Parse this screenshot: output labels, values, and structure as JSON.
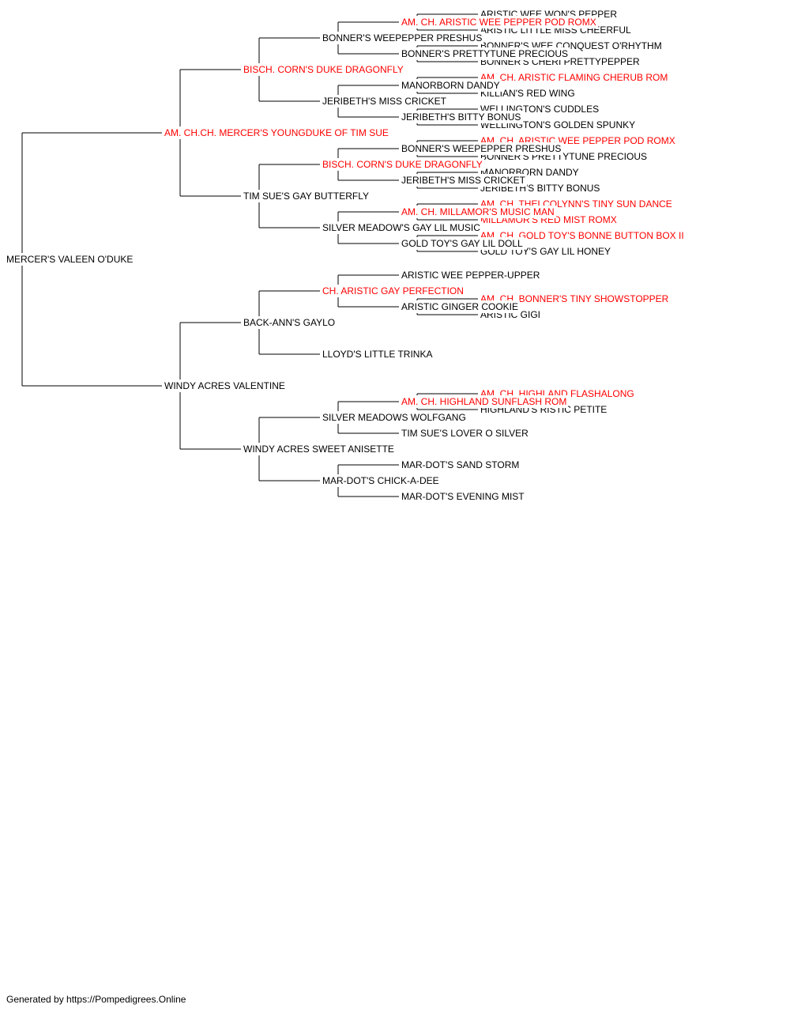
{
  "colors": {
    "champion": "#ff0000",
    "normal": "#000000",
    "line": "#000000"
  },
  "footer_text": "Generated by https://Pompedigrees.Online",
  "pedigree": {
    "name": "MERCER'S VALEEN O'DUKE",
    "champion": false,
    "sire": {
      "name": "AM. CH.CH. MERCER'S YOUNGDUKE OF TIM SUE",
      "champion": true,
      "sire": {
        "name": "BISCH. CORN'S DUKE DRAGONFLY",
        "champion": true,
        "sire": {
          "name": "BONNER'S WEEPEPPER PRESHUS",
          "champion": false,
          "sire": {
            "name": "AM. CH. ARISTIC WEE PEPPER POD ROMX",
            "champion": true,
            "sire": {
              "name": "ARISTIC WEE WON'S PEPPER",
              "champion": false
            },
            "dam": {
              "name": "ARISTIC LITTLE MISS CHEERFUL",
              "champion": false
            }
          },
          "dam": {
            "name": "BONNER'S PRETTYTUNE PRECIOUS",
            "champion": false,
            "sire": {
              "name": "BONNER'S WEE CONQUEST O'RHYTHM",
              "champion": false
            },
            "dam": {
              "name": "BONNER'S CHERI PRETTYPEPPER",
              "champion": false
            }
          }
        },
        "dam": {
          "name": "JERIBETH'S MISS CRICKET",
          "champion": false,
          "sire": {
            "name": "MANORBORN DANDY",
            "champion": false,
            "sire": {
              "name": "AM. CH. ARISTIC FLAMING CHERUB ROM",
              "champion": true
            },
            "dam": {
              "name": "KILLIAN'S RED WING",
              "champion": false
            }
          },
          "dam": {
            "name": "JERIBETH'S BITTY BONUS",
            "champion": false,
            "sire": {
              "name": "WELLINGTON'S CUDDLES",
              "champion": false
            },
            "dam": {
              "name": "WELLINGTON'S GOLDEN SPUNKY",
              "champion": false
            }
          }
        }
      },
      "dam": {
        "name": "TIM SUE'S GAY BUTTERFLY",
        "champion": false,
        "sire": {
          "name": "BISCH. CORN'S DUKE DRAGONFLY",
          "champion": true,
          "sire": {
            "name": "BONNER'S WEEPEPPER PRESHUS",
            "champion": false,
            "sire": {
              "name": "AM. CH. ARISTIC WEE PEPPER POD ROMX",
              "champion": true
            },
            "dam": {
              "name": "BONNER'S PRETTYTUNE PRECIOUS",
              "champion": false
            }
          },
          "dam": {
            "name": "JERIBETH'S MISS CRICKET",
            "champion": false,
            "sire": {
              "name": "MANORBORN DANDY",
              "champion": false
            },
            "dam": {
              "name": "JERIBETH'S BITTY BONUS",
              "champion": false
            }
          }
        },
        "dam": {
          "name": "SILVER MEADOW'S GAY LIL MUSIC",
          "champion": false,
          "sire": {
            "name": "AM. CH. MILLAMOR'S MUSIC MAN",
            "champion": true,
            "sire": {
              "name": "AM. CH. THELCOLYNN'S TINY SUN DANCE",
              "champion": true
            },
            "dam": {
              "name": "MILLAMOR'S RED MIST ROMX",
              "champion": true
            }
          },
          "dam": {
            "name": "GOLD TOY'S GAY LIL DOLL",
            "champion": false,
            "sire": {
              "name": "AM. CH. GOLD TOY'S BONNE BUTTON BOX II",
              "champion": true
            },
            "dam": {
              "name": "GOLD TOY'S GAY LIL HONEY",
              "champion": false
            }
          }
        }
      }
    },
    "dam": {
      "name": "WINDY ACRES VALENTINE",
      "champion": false,
      "sire": {
        "name": "BACK-ANN'S GAYLO",
        "champion": false,
        "sire": {
          "name": "CH. ARISTIC GAY PERFECTION",
          "champion": true,
          "sire": {
            "name": "ARISTIC WEE PEPPER-UPPER",
            "champion": false
          },
          "dam": {
            "name": "ARISTIC GINGER COOKIE",
            "champion": false,
            "sire": {
              "name": "AM. CH. BONNER'S TINY SHOWSTOPPER",
              "champion": true
            },
            "dam": {
              "name": "ARISTIC GIGI",
              "champion": false
            }
          }
        },
        "dam": {
          "name": "LLOYD'S LITTLE TRINKA",
          "champion": false
        }
      },
      "dam": {
        "name": "WINDY ACRES SWEET ANISETTE",
        "champion": false,
        "sire": {
          "name": "SILVER MEADOWS WOLFGANG",
          "champion": false,
          "sire": {
            "name": "AM. CH. HIGHLAND SUNFLASH ROM",
            "champion": true,
            "sire": {
              "name": "AM. CH. HIGHLAND FLASHALONG",
              "champion": true
            },
            "dam": {
              "name": "HIGHLAND'S RISTIC PETITE",
              "champion": false
            }
          },
          "dam": {
            "name": "TIM SUE'S LOVER O SILVER",
            "champion": false
          }
        },
        "dam": {
          "name": "MAR-DOT'S CHICK-A-DEE",
          "champion": false,
          "sire": {
            "name": "MAR-DOT'S SAND STORM",
            "champion": false
          },
          "dam": {
            "name": "MAR-DOT'S EVENING MIST",
            "champion": false
          }
        }
      }
    }
  }
}
